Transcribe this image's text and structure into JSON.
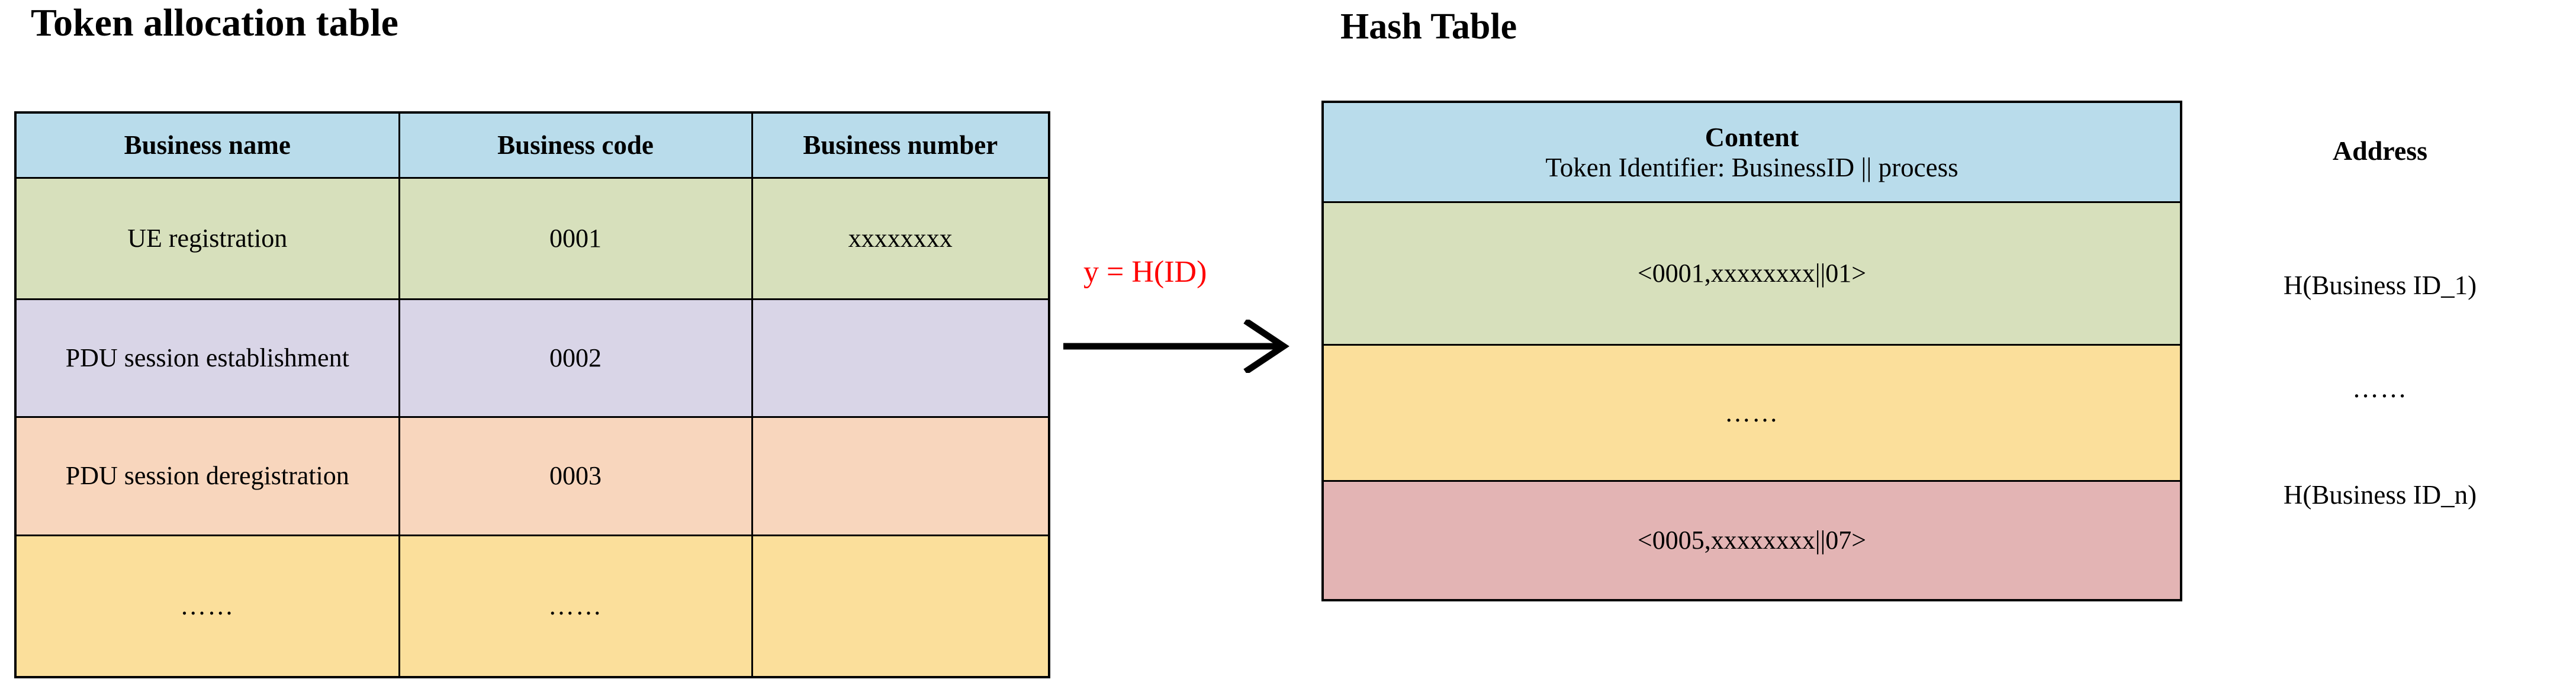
{
  "token_table": {
    "title": "Token allocation table",
    "headers": [
      "Business name",
      "Business code",
      "Business number"
    ],
    "rows": [
      {
        "name": "UE registration",
        "code": "0001",
        "number": "xxxxxxxx"
      },
      {
        "name": "PDU session establishment",
        "code": "0002",
        "number": ""
      },
      {
        "name": "PDU session deregistration",
        "code": "0003",
        "number": ""
      },
      {
        "name": "……",
        "code": "……",
        "number": ""
      }
    ],
    "colors": {
      "header": "#b9dceb",
      "row1": "#d7e0bc",
      "row2": "#d9d5e7",
      "row3": "#f8d6bd",
      "row4": "#fbdf9b",
      "border": "#000000"
    }
  },
  "arrow": {
    "formula": "y = H(ID)",
    "formula_color": "#ff0000",
    "arrow_color": "#000000"
  },
  "hash_table": {
    "title": "Hash Table",
    "header_main": "Content",
    "header_sub": "Token Identifier: BusinessID || process",
    "rows": [
      {
        "content": "<0001,xxxxxxxx||01>"
      },
      {
        "content": "……"
      },
      {
        "content": "<0005,xxxxxxxx||07>"
      }
    ],
    "colors": {
      "header": "#b9dceb",
      "row1": "#d7e0bc",
      "row2": "#fbdf9b",
      "row3": "#e3b4b4",
      "border": "#000000"
    }
  },
  "address_column": {
    "heading": "Address",
    "values": [
      "H(Business ID_1)",
      "……",
      "H(Business ID_n)"
    ]
  }
}
